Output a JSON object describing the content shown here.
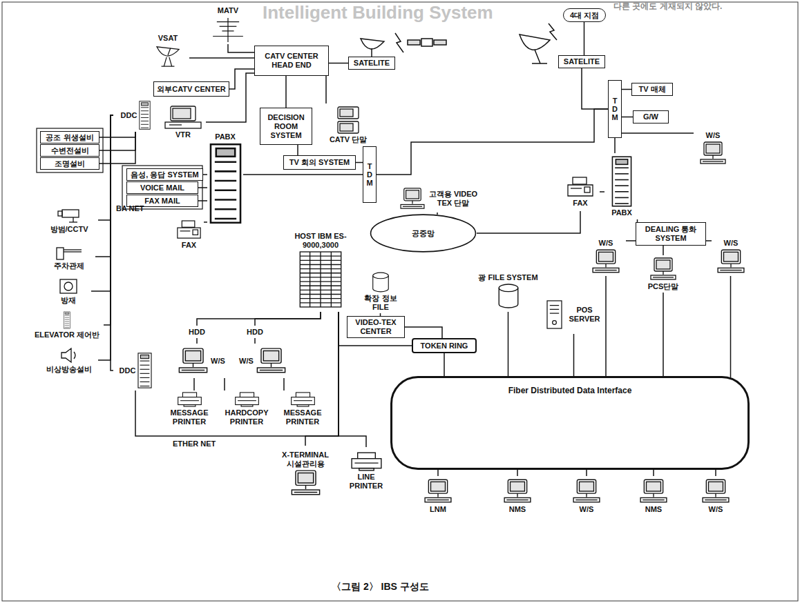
{
  "diagram": {
    "caption": "〈그림 2〉 IBS 구성도",
    "nodes": [
      {
        "text": [
          "VSAT"
        ]
      },
      {
        "text": [
          "MATV"
        ]
      },
      {
        "text": [
          "CATV CENTER HEAD END"
        ]
      },
      {
        "text": [
          "외부CATV CENTER"
        ]
      },
      {
        "text": [
          "VTR"
        ]
      },
      {
        "text": [
          "SATELITE"
        ]
      },
      {
        "text": [
          "DECISION ROOM SYSTEM"
        ]
      },
      {
        "text": [
          "CATV 단말"
        ]
      },
      {
        "text": [
          "TV 회의 SYSTEM"
        ]
      },
      {
        "text": [
          "TDM"
        ]
      },
      {
        "text": [
          "PABX"
        ]
      },
      {
        "text": [
          "음성, 응답 SYSTEM"
        ]
      },
      {
        "text": [
          "VOICE MAIL"
        ]
      },
      {
        "text": [
          "FAX MAIL"
        ]
      },
      {
        "text": [
          "FAX"
        ]
      },
      {
        "text": [
          "HOST IBM ES-9000,3000"
        ]
      },
      {
        "text": [
          "고객용 VIDEO TEX 단말"
        ]
      },
      {
        "text": [
          "공중망"
        ]
      },
      {
        "text": [
          "4대 지점"
        ]
      },
      {
        "text": [
          "SATELITE"
        ]
      },
      {
        "text": [
          "TDM"
        ]
      },
      {
        "text": [
          "TV 매체"
        ]
      },
      {
        "text": [
          "G/W"
        ]
      },
      {
        "text": [
          "W/S"
        ]
      },
      {
        "text": [
          "FAX"
        ]
      },
      {
        "text": [
          "PABX"
        ]
      },
      {
        "text": [
          "DEALING 통화 SYSTEM"
        ]
      },
      {
        "text": [
          "W/S"
        ]
      },
      {
        "text": [
          "W/S"
        ]
      },
      {
        "text": [
          "PCS단말"
        ]
      },
      {
        "text": [
          "광 FILE SYSTEM"
        ]
      },
      {
        "text": [
          "POS SERVER"
        ]
      },
      {
        "text": [
          "확장 정보 FILE"
        ]
      },
      {
        "text": [
          "VIDEO-TEX CENTER"
        ]
      },
      {
        "text": [
          "TOKEN RING"
        ]
      },
      {
        "text": [
          "Fiber Distributed Data Interface"
        ]
      },
      {
        "text": [
          "LNM"
        ]
      },
      {
        "text": [
          "NMS"
        ]
      },
      {
        "text": [
          "W/S"
        ]
      },
      {
        "text": [
          "NMS"
        ]
      },
      {
        "text": [
          "W/S"
        ]
      },
      {
        "text": [
          "DDC"
        ]
      },
      {
        "text": [
          "공조 위생설비"
        ]
      },
      {
        "text": [
          "수변전설비"
        ]
      },
      {
        "text": [
          "조명설비"
        ]
      },
      {
        "text": [
          "방범/CCTV"
        ]
      },
      {
        "text": [
          "주차관제"
        ]
      },
      {
        "text": [
          "방재"
        ]
      },
      {
        "text": [
          "ELEVATOR 제어반"
        ]
      },
      {
        "text": [
          "비상방송설비"
        ]
      },
      {
        "text": [
          "DDC"
        ]
      },
      {
        "text": [
          "HDD"
        ]
      },
      {
        "text": [
          "W/S"
        ]
      },
      {
        "text": [
          "HDD"
        ]
      },
      {
        "text": [
          "W/S"
        ]
      },
      {
        "text": [
          "MESSAGE PRINTER"
        ]
      },
      {
        "text": [
          "HARDCOPY PRINTER"
        ]
      },
      {
        "text": [
          "MESSAGE PRINTER"
        ]
      },
      {
        "text": [
          "X-TERMINAL 시설관리용"
        ]
      },
      {
        "text": [
          "LINE PRINTER"
        ]
      }
    ],
    "edges": [
      {
        "from": 0,
        "to": 2,
        "arrow": "none"
      },
      {
        "from": 1,
        "to": 2,
        "arrow": "none"
      },
      {
        "from": 3,
        "to": 2,
        "arrow": "none"
      },
      {
        "from": 4,
        "to": 2,
        "arrow": "none"
      },
      {
        "from": 2,
        "to": 5,
        "arrow": "none"
      },
      {
        "from": 2,
        "to": 6,
        "arrow": "none"
      },
      {
        "from": 2,
        "to": 7,
        "arrow": "none"
      },
      {
        "from": 6,
        "to": 8,
        "arrow": "none"
      },
      {
        "from": 8,
        "to": 9,
        "arrow": "none"
      },
      {
        "from": 10,
        "to": 9,
        "arrow": "none"
      },
      {
        "from": 10,
        "to": 11,
        "arrow": "none"
      },
      {
        "from": 10,
        "to": 12,
        "arrow": "none"
      },
      {
        "from": 10,
        "to": 13,
        "arrow": "none"
      },
      {
        "from": 10,
        "to": 14,
        "arrow": "none"
      },
      {
        "from": 9,
        "to": 20,
        "arrow": "none"
      },
      {
        "from": 16,
        "to": 17,
        "arrow": "none"
      },
      {
        "from": 17,
        "to": 24,
        "arrow": "none"
      },
      {
        "from": 18,
        "to": 19,
        "arrow": "none"
      },
      {
        "from": 19,
        "to": 20,
        "arrow": "none"
      },
      {
        "from": 20,
        "to": 21,
        "arrow": "none"
      },
      {
        "from": 20,
        "to": 22,
        "arrow": "none"
      },
      {
        "from": 20,
        "to": 23,
        "arrow": "none"
      },
      {
        "from": 20,
        "to": 25,
        "arrow": "none"
      },
      {
        "from": 24,
        "to": 25,
        "arrow": "none"
      },
      {
        "from": 25,
        "to": 26,
        "arrow": "none"
      },
      {
        "from": 26,
        "to": 27,
        "arrow": "none"
      },
      {
        "from": 26,
        "to": 28,
        "arrow": "none"
      },
      {
        "from": 26,
        "to": 29,
        "arrow": "none"
      },
      {
        "from": 15,
        "to": 34,
        "arrow": "none"
      },
      {
        "from": 32,
        "to": 33,
        "arrow": "none"
      },
      {
        "from": 33,
        "to": 34,
        "arrow": "none"
      },
      {
        "from": 34,
        "to": 35,
        "arrow": "none"
      },
      {
        "from": 30,
        "to": 35,
        "arrow": "none"
      },
      {
        "from": 31,
        "to": 35,
        "arrow": "none"
      },
      {
        "from": 29,
        "to": 35,
        "arrow": "none"
      },
      {
        "from": 27,
        "to": 35,
        "arrow": "none"
      },
      {
        "from": 28,
        "to": 35,
        "arrow": "none"
      },
      {
        "from": 35,
        "to": 36,
        "arrow": "none"
      },
      {
        "from": 35,
        "to": 37,
        "arrow": "none"
      },
      {
        "from": 35,
        "to": 38,
        "arrow": "none"
      },
      {
        "from": 35,
        "to": 39,
        "arrow": "none"
      },
      {
        "from": 35,
        "to": 40,
        "arrow": "none"
      },
      {
        "from": 41,
        "to": 42,
        "arrow": "none"
      },
      {
        "from": 41,
        "to": 43,
        "arrow": "none"
      },
      {
        "from": 41,
        "to": 44,
        "arrow": "none"
      },
      {
        "from": 41,
        "to": 45,
        "arrow": "none"
      },
      {
        "from": 41,
        "to": 46,
        "arrow": "none"
      },
      {
        "from": 41,
        "to": 47,
        "arrow": "none"
      },
      {
        "from": 41,
        "to": 48,
        "arrow": "none"
      },
      {
        "from": 41,
        "to": 49,
        "arrow": "none"
      },
      {
        "from": 41,
        "to": 50,
        "arrow": "none"
      },
      {
        "from": 15,
        "to": 51,
        "arrow": "none"
      },
      {
        "from": 15,
        "to": 53,
        "arrow": "none"
      },
      {
        "from": 51,
        "to": 52,
        "arrow": "none"
      },
      {
        "from": 53,
        "to": 54,
        "arrow": "none"
      },
      {
        "from": 52,
        "to": 55,
        "arrow": "none"
      },
      {
        "from": 52,
        "to": 56,
        "arrow": "none"
      },
      {
        "from": 54,
        "to": 57,
        "arrow": "none"
      },
      {
        "from": 15,
        "to": 58,
        "arrow": "none"
      },
      {
        "from": 15,
        "to": 59,
        "arrow": "none"
      },
      {
        "from": 15,
        "to": 50,
        "arrow": "none"
      }
    ],
    "labels": [
      "Intelligent Building System",
      "다른 곳에도 게재되지 않았다.",
      "BA NET",
      "ETHER NET"
    ]
  }
}
